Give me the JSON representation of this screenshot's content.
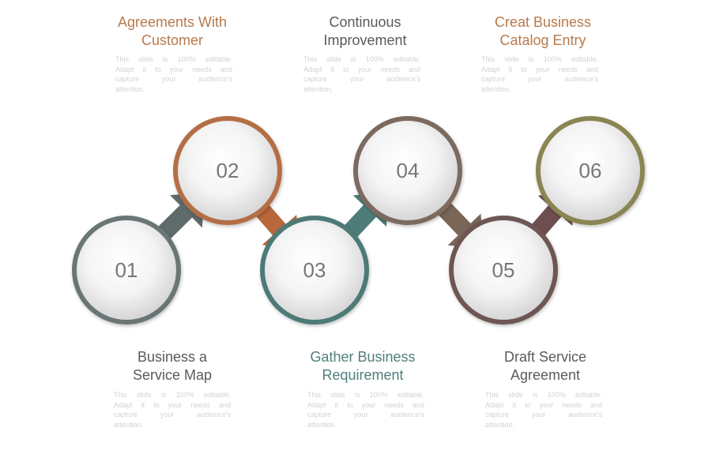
{
  "steps": [
    {
      "number": "01",
      "title_line1": "Business a",
      "title_line2": "Service Map",
      "desc_lines": [
        "This slide is 100% editable.",
        "Adapt it to your needs and",
        "capture your audience's"
      ],
      "desc_last": "attention.",
      "ring_color": "#6b7474",
      "arrow_color": "#5d6b6b"
    },
    {
      "number": "02",
      "title_line1": "Agreements With",
      "title_line2": "Customer",
      "desc_lines": [
        "This slide is 100% editable.",
        "Adapt it to your needs and",
        "capture your audience's"
      ],
      "desc_last": "attention.",
      "ring_color": "#b46e44",
      "arrow_color": "#b8673a"
    },
    {
      "number": "03",
      "title_line1": "Gather Business",
      "title_line2": "Requirement",
      "desc_lines": [
        "This slide is 100% editable.",
        "Adapt it to your needs and",
        "capture your audience's"
      ],
      "desc_last": "attention.",
      "ring_color": "#4e7a77",
      "arrow_color": "#4e7c79"
    },
    {
      "number": "04",
      "title_line1": "Continuous",
      "title_line2": "Improvement",
      "desc_lines": [
        "This slide is 100% editable.",
        "Adapt it to your needs and",
        "capture your audience's"
      ],
      "desc_last": "attention.",
      "ring_color": "#7b6b5e",
      "arrow_color": "#7a6656"
    },
    {
      "number": "05",
      "title_line1": "Draft Service",
      "title_line2": "Agreement",
      "desc_lines": [
        "This slide is 100% editable.",
        "Adapt it to your needs and",
        "capture your audience's"
      ],
      "desc_last": "attention.",
      "ring_color": "#6e5654",
      "arrow_color": "#6e4e4e"
    },
    {
      "number": "06",
      "title_line1": "Creat Business",
      "title_line2": "Catalog Entry",
      "desc_lines": [
        "This slide is 100% editable.",
        "Adapt it to your needs and",
        "capture your audience's"
      ],
      "desc_last": "attention.",
      "ring_color": "#8a8552",
      "arrow_color": "#8a8552"
    }
  ]
}
